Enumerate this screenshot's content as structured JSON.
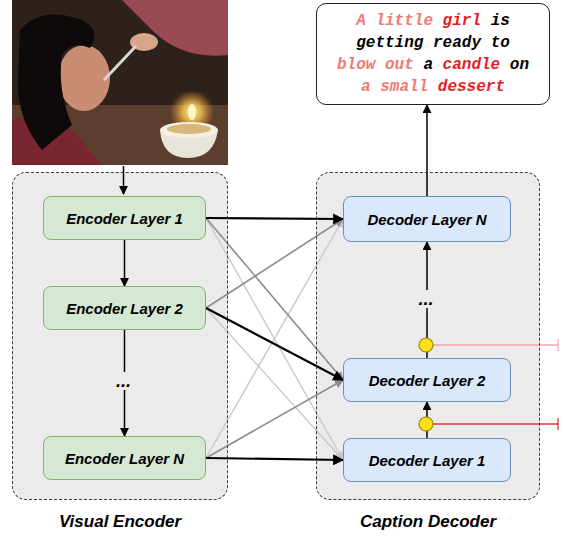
{
  "diagram": {
    "nodes": [
      {
        "text": [
          "A little girl is getting ready to blow out a candle on a small dessert"
        ]
      },
      {
        "text": [
          "Visual Encoder"
        ]
      },
      {
        "text": [
          "Encoder Layer 1"
        ],
        "in": 1
      },
      {
        "text": [
          "Encoder Layer 2"
        ],
        "in": 1
      },
      {
        "text": [
          "Encoder Layer N"
        ],
        "in": 1
      },
      {
        "text": [
          "Caption Decoder"
        ]
      },
      {
        "text": [
          "Decoder Layer N"
        ],
        "in": 5
      },
      {
        "text": [
          "Decoder Layer 2"
        ],
        "in": 5
      },
      {
        "text": [
          "Decoder Layer 1"
        ],
        "in": 5
      }
    ],
    "edges": [
      {
        "from": 2,
        "to": 3,
        "arrow": "to"
      },
      {
        "from": 3,
        "to": 4,
        "arrow": "to"
      },
      {
        "from": 8,
        "to": 7,
        "arrow": "to"
      },
      {
        "from": 7,
        "to": 6,
        "arrow": "to"
      },
      {
        "from": 6,
        "to": 0,
        "arrow": "to"
      },
      {
        "from": 2,
        "to": 6,
        "arrow": "to"
      },
      {
        "from": 2,
        "to": 7,
        "arrow": "to"
      },
      {
        "from": 2,
        "to": 8,
        "arrow": "to"
      },
      {
        "from": 3,
        "to": 6,
        "arrow": "to"
      },
      {
        "from": 3,
        "to": 7,
        "arrow": "to"
      },
      {
        "from": 3,
        "to": 8,
        "arrow": "to"
      },
      {
        "from": 4,
        "to": 6,
        "arrow": "to"
      },
      {
        "from": 4,
        "to": 7,
        "arrow": "to"
      },
      {
        "from": 4,
        "to": 8,
        "arrow": "to"
      }
    ],
    "labels": [
      "...",
      "..."
    ]
  }
}
